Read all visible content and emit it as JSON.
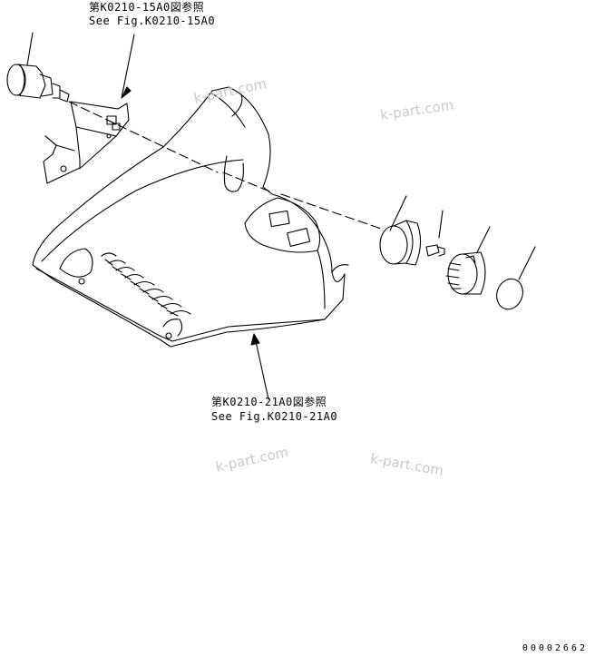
{
  "callouts": {
    "top_jp": "第K0210-15A0図参照",
    "top_en": "See Fig.K0210-15A0",
    "bottom_jp": "第K0210-21A0図参照",
    "bottom_en": "See Fig.K0210-21A0"
  },
  "watermarks": [
    "k-part.com",
    "k-part.com",
    "k-part.com",
    "k-part.com"
  ],
  "document_number": "00002662"
}
